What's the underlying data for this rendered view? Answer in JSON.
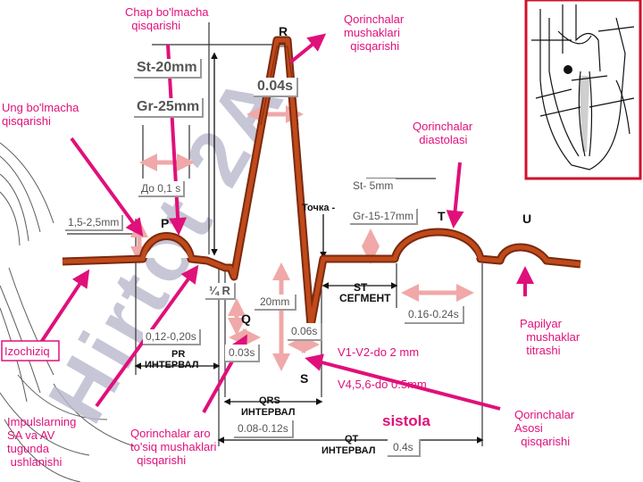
{
  "labels": {
    "chap_bolmacha": "Chap bo'lmacha\n  qisqarishi",
    "ung_bolmacha": "Ung bo'lmacha\nqisqarishi",
    "qorinchalar_mushaklari": "Qorinchalar\nmushaklari\n  qisqarishi",
    "qorinchalar_diastolasi": "Qorinchalar\n  diastolasi",
    "papilyar": "Papilyar\n  mushaklar\n  titrashi",
    "izochiziq": "Izochiziq",
    "impulslarning": "Impulslarning\nSA va AV\ntugunda\n ushlanishi",
    "qorinchalar_aro": "Qorinchalar aro\nto'siq mushaklari\n  qisqarishi",
    "qorinchalar_asosi": "Qorinchalar\nAsosi\n  qisqarishi",
    "sistola": "sistola"
  },
  "waves": {
    "p": "P",
    "q": "Q",
    "r": "R",
    "s": "S",
    "t": "T",
    "u": "U",
    "quarter_r": "¼ R"
  },
  "measurements": {
    "st20": "St-20mm",
    "gr25": "Gr-25mm",
    "r_width": "0.04s",
    "do_p": "До 0,1 s",
    "p_height": "1,5-2,5mm",
    "st5": "St- 5mm",
    "gr1517": "Gr-15-17mm",
    "tochka": "Точка -",
    "st_segment_1": "ST",
    "st_segment_2": "СЕГМЕНТ",
    "t_dur": "0.16-0.24s",
    "q_height": "20mm",
    "s_dur": "0.06s",
    "pr_range": "0,12-0,20s",
    "pr_1": "PR",
    "pr_2": "ИНТЕРВАЛ",
    "q_dur": "0.03s",
    "v1v2": "V1-V2-do 2 mm",
    "v456": "V4,5,6-do 0.5mm",
    "qrs_1": "QRS",
    "qrs_2": "ИНТЕРВАЛ",
    "qrs_dur": "0.08-0.12s",
    "qt_1": "QT",
    "qt_2": "ИНТЕРВАЛ",
    "qt_dur": "0.4s"
  },
  "watermark": "Hirtot 2A",
  "colors": {
    "accent": "#e0107a",
    "wave_fill": "#c04a1a",
    "wave_stroke": "#7a2a10",
    "double_arrow": "#f0a8a8",
    "watermark": "#b0b0c8",
    "frame": "#d0102a"
  }
}
